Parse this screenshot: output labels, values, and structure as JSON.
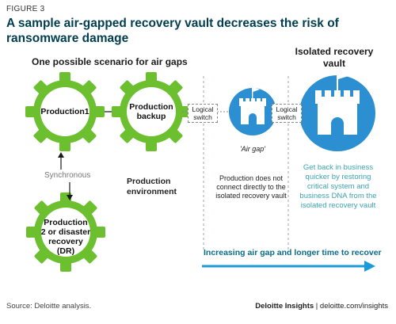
{
  "header": {
    "figure_label": "FIGURE 3",
    "title": "A sample air-gapped recovery vault decreases the risk of ransomware damage"
  },
  "diagram": {
    "scenario_heading": "One possible scenario for air gaps",
    "vault_heading": "Isolated recovery vault",
    "gears": {
      "production1": "Production1",
      "production_backup": "Production backup",
      "production2": "Production 2 or disaster recovery (DR)"
    },
    "synchronous_label": "Synchronous",
    "production_environment": "Production environment",
    "switch_1": "Logical switch",
    "switch_2": "Logical switch",
    "air_gap_label": "'Air gap'",
    "no_connect_text": "Production does not connect directly to the isolated recovery vault",
    "vault_text": "Get back in business quicker by restoring critical system and business DNA from the isolated recovery vault",
    "arrow_label": "Increasing air gap and longer time to recover",
    "colors": {
      "gear": "#6cbf2e",
      "vault": "#2b8fd1",
      "title": "#003e4f",
      "vault_text": "#3ba2b0",
      "arrow": "#1a9bd7"
    }
  },
  "footer": {
    "source": "Source: Deloitte analysis.",
    "brand": "Deloitte Insights",
    "separator": " | ",
    "url": "deloitte.com/insights"
  }
}
